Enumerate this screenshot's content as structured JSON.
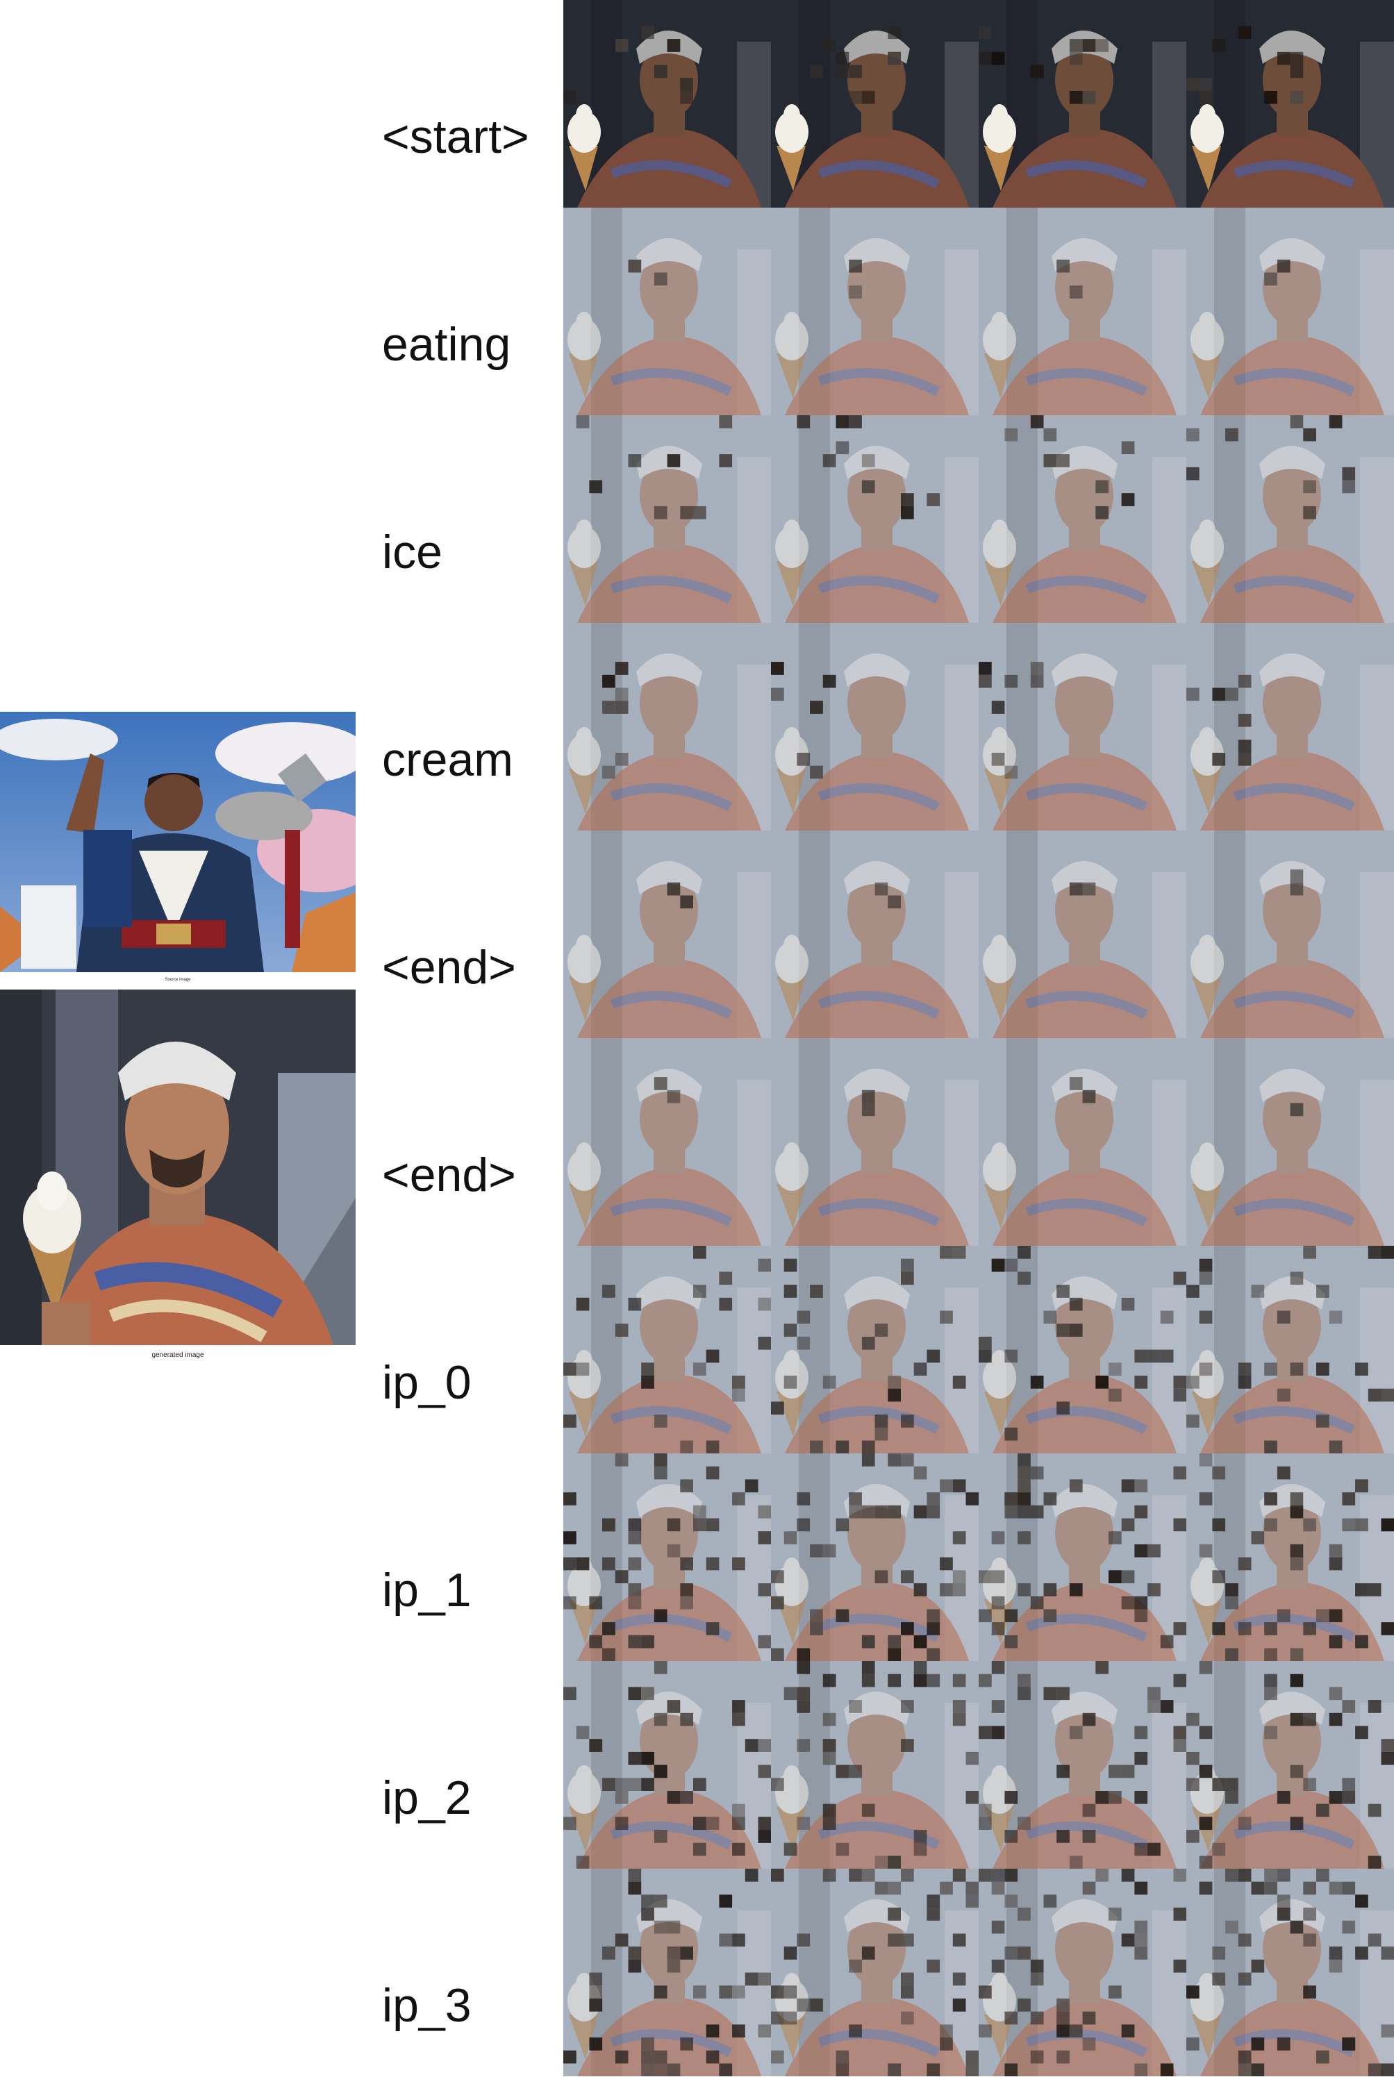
{
  "source_caption": "Source image",
  "generated_caption": "generated image",
  "tokens": [
    "<start>",
    "eating",
    "ice",
    "cream",
    "<end>",
    "<end>",
    "ip_0",
    "ip_1",
    "ip_2",
    "ip_3"
  ],
  "columns": 4,
  "colors": {
    "scene_dark": "#262a33",
    "scene_light": "#a7b0bd",
    "shirt": "#b8694a",
    "hair": "#e4e4e4",
    "skin": "#a87558",
    "cone": "#b9864c",
    "cream": "#f2efe7",
    "attention_dark": "#1e1512"
  }
}
